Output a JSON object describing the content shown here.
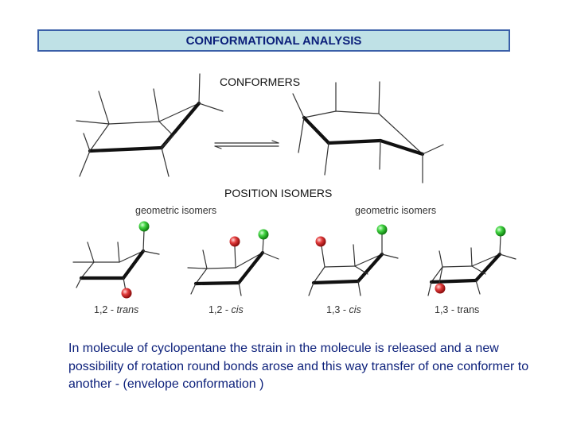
{
  "header": {
    "title": "CONFORMATIONAL ANALYSIS"
  },
  "sections": {
    "conformers": "CONFORMERS",
    "position_isomers": "POSITION ISOMERS"
  },
  "group_labels": {
    "left": "geometric isomers",
    "right": "geometric isomers"
  },
  "isomers": [
    {
      "prefix": "1,2 - ",
      "suffix": "trans"
    },
    {
      "prefix": "1,2 - ",
      "suffix": "cis"
    },
    {
      "prefix": "1,3 - ",
      "suffix": "cis"
    },
    {
      "prefix": "1,3 - ",
      "suffix": "trans"
    }
  ],
  "description": "In molecule of cyclopentane the strain in the molecule is released and a new possibility of rotation round bonds arose and this way transfer of one conformer to another - (envelope conformation )",
  "colors": {
    "title_bg": "#bfe1e6",
    "title_border": "#3a5fa8",
    "title_text": "#0b1f7a",
    "substituent_green": "#3fd23f",
    "substituent_red": "#e23b3b",
    "paragraph_text": "#0b1f7a"
  }
}
